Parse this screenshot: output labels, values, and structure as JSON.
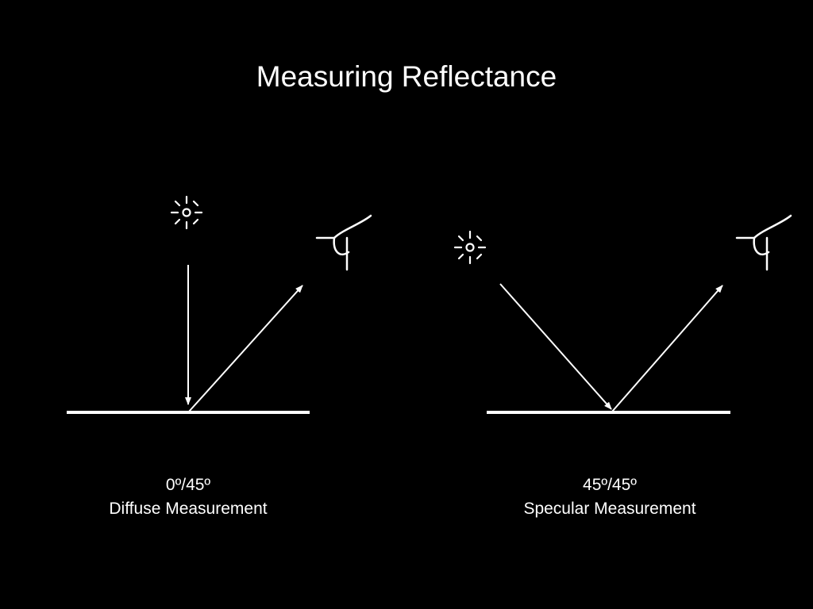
{
  "slide": {
    "title": "Measuring Reflectance",
    "background": "#000000",
    "foreground": "#ffffff"
  },
  "panels": [
    {
      "geometry_label": "0º/45º",
      "measurement_label": "Diffuse Measurement",
      "light_source_icon": "sun-icon",
      "observer_icon": "eye-icon"
    },
    {
      "geometry_label": "45º/45º",
      "measurement_label": "Specular Measurement",
      "light_source_icon": "sun-icon",
      "observer_icon": "eye-icon"
    }
  ]
}
